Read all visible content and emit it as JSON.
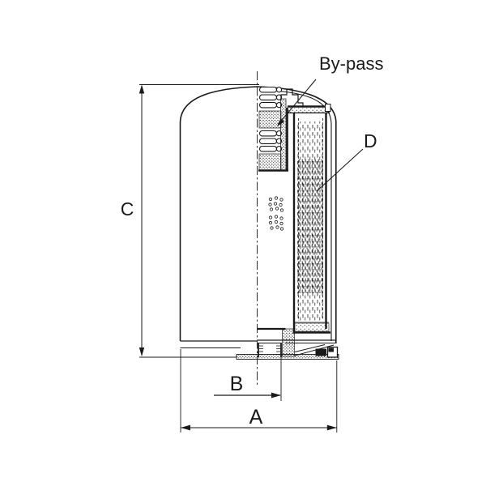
{
  "colors": {
    "ink": "#1a1a1a",
    "background": "#ffffff"
  },
  "labels": {
    "bypass": "By-pass",
    "dimension_a": "A",
    "dimension_b": "B",
    "dimension_c": "C",
    "dimension_d": "D"
  }
}
